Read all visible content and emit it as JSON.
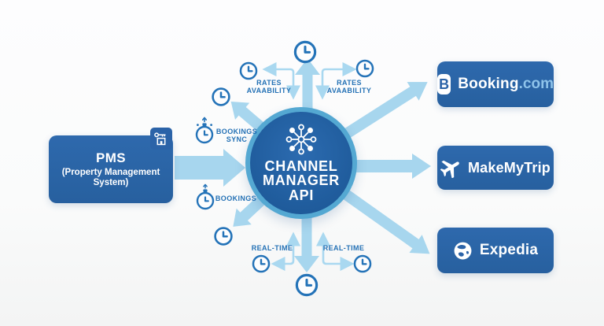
{
  "diagram": {
    "pms": {
      "title": "PMS",
      "subtitle": "(Property Management System)"
    },
    "hub": {
      "lines": [
        "CHANNEL",
        "MANAGER",
        "API"
      ]
    },
    "flow_labels": {
      "rates_left_1": "RATES",
      "rates_left_2": "AVAABILITY",
      "rates_right_1": "RATES",
      "rates_right_2": "AVAABILITY",
      "bookings_sync_1": "BOOKINGS",
      "bookings_sync_2": "SYNC",
      "bookings": "BOOKINGS",
      "realtime_left": "REAL-TIME",
      "realtime_right": "REAL-TIME"
    },
    "channels": [
      {
        "badge": "B",
        "label": "Booking",
        "suffix": ".com"
      },
      {
        "label": "MakeMyTrip"
      },
      {
        "label": "Expedia"
      }
    ],
    "colors": {
      "node_blue": "#2b63a8",
      "hub_dark_blue": "#1f5b9e",
      "hub_ring": "#54a8d2",
      "arrow": "#a7d6ee",
      "connector": "#a9d8f0",
      "icon_stroke": "#2473b8",
      "label_text": "#2471b5",
      "dotcom": "#8ec3ea",
      "background": "#fbfbfc"
    }
  }
}
